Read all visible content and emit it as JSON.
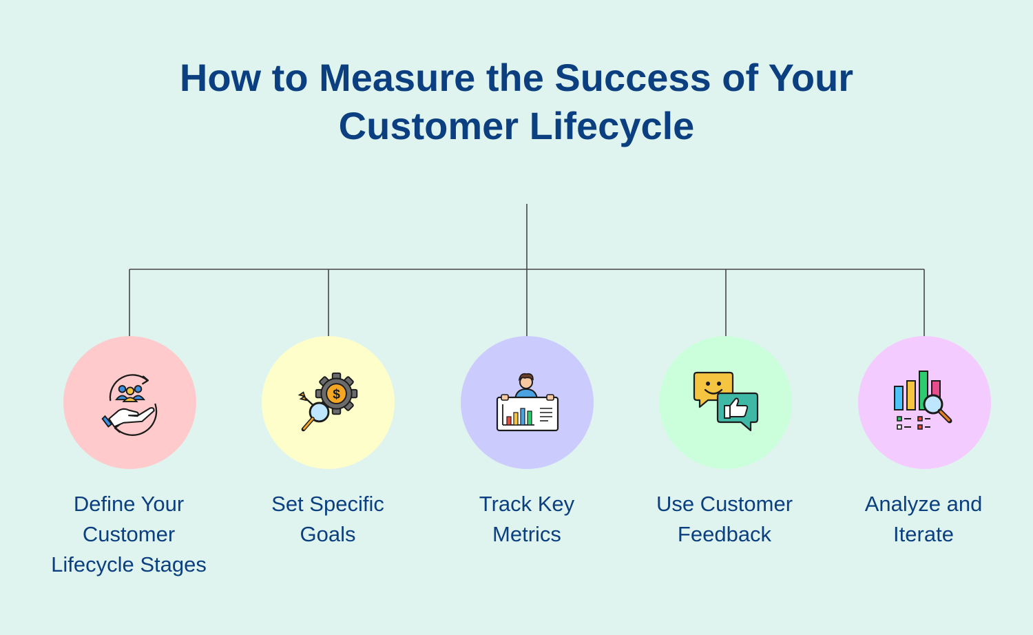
{
  "title": {
    "line1": "How to Measure the Success of Your",
    "line2": "Customer Lifecycle"
  },
  "steps": [
    {
      "lines": [
        "Define Your",
        "Customer",
        "Lifecycle Stages"
      ],
      "icon": "customer-care-hand-icon",
      "color": "#fecacb"
    },
    {
      "lines": [
        "Set Specific",
        "Goals"
      ],
      "icon": "goal-gear-dollar-icon",
      "color": "#fefecb"
    },
    {
      "lines": [
        "Track Key",
        "Metrics"
      ],
      "icon": "person-chart-board-icon",
      "color": "#cbcbfe"
    },
    {
      "lines": [
        "Use Customer",
        "Feedback"
      ],
      "icon": "feedback-chat-icon",
      "color": "#cbfedb"
    },
    {
      "lines": [
        "Analyze and",
        "Iterate"
      ],
      "icon": "analytics-magnifier-icon",
      "color": "#f4cbfe"
    }
  ],
  "colors": {
    "background": "#e0f4ef",
    "title": "#0b3f80",
    "label": "#0b3f80",
    "connector": "#444444"
  }
}
